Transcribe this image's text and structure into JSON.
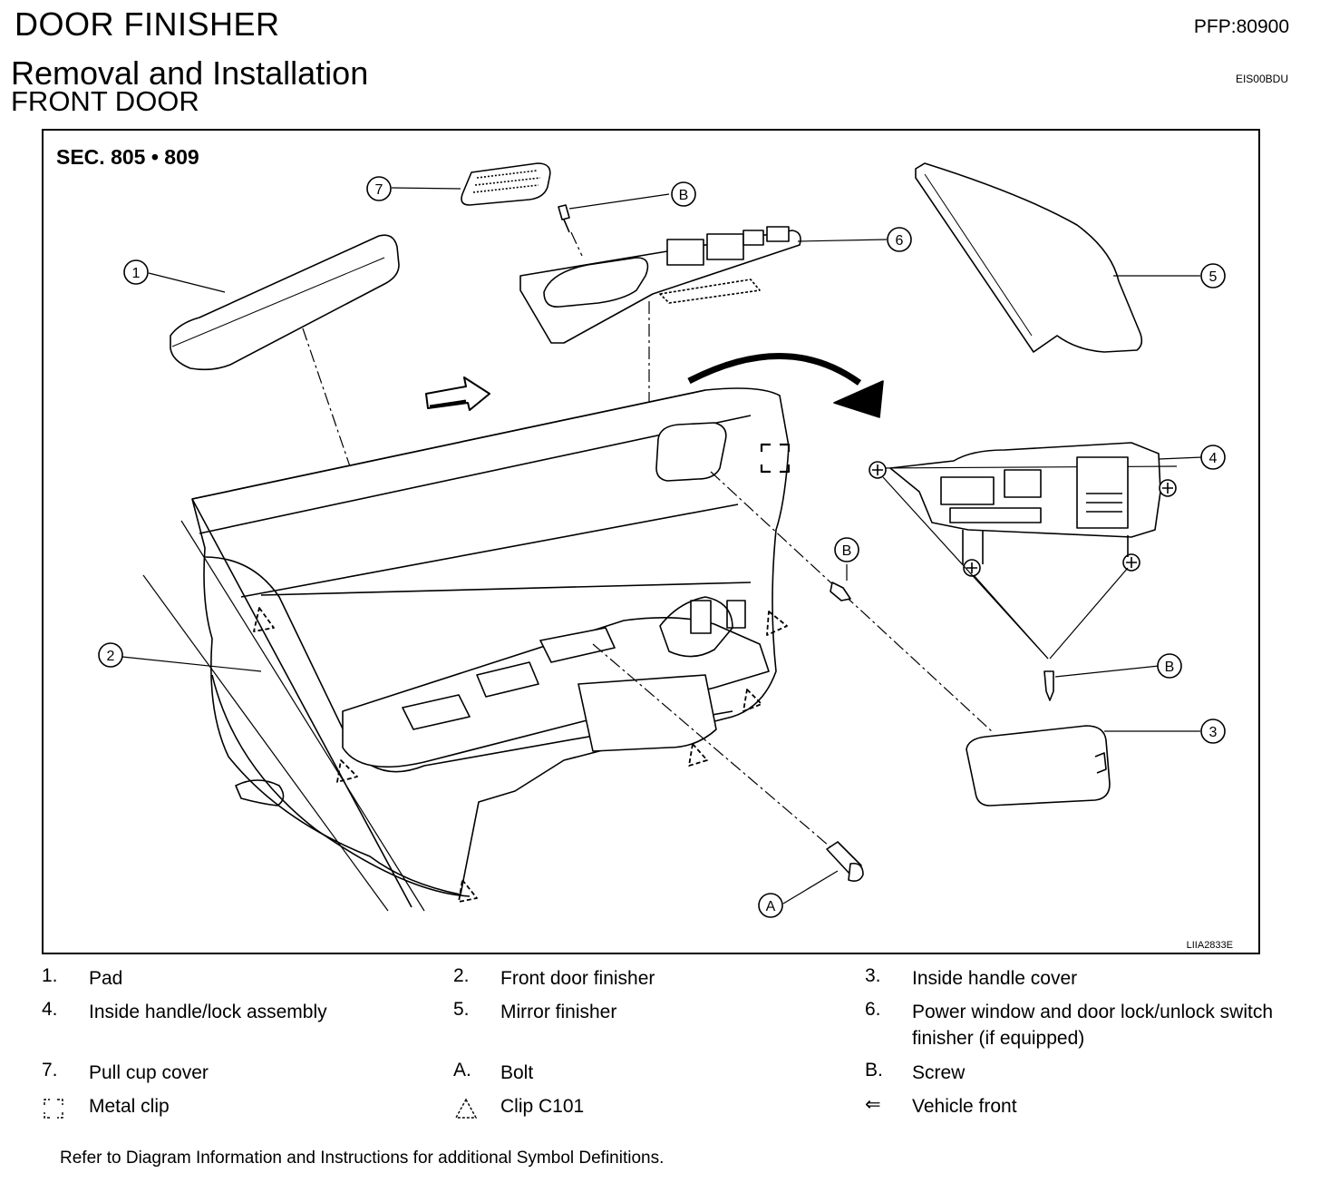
{
  "header": {
    "title": "DOOR FINISHER",
    "pfp": "PFP:80900",
    "subtitle": "Removal and Installation",
    "section": "FRONT DOOR",
    "code": "EIS00BDU"
  },
  "figure": {
    "sec_label": "SEC. 805 • 809",
    "figure_id": "LIIA2833E",
    "callouts": {
      "n1": "1",
      "n2": "2",
      "n3": "3",
      "n4": "4",
      "n5": "5",
      "n6": "6",
      "n7": "7",
      "a": "A",
      "b1": "B",
      "b2": "B",
      "b3": "B"
    }
  },
  "legend": [
    {
      "key": "1.",
      "text": "Pad"
    },
    {
      "key": "2.",
      "text": "Front door finisher"
    },
    {
      "key": "3.",
      "text": "Inside handle cover"
    },
    {
      "key": "4.",
      "text": "Inside handle/lock assembly"
    },
    {
      "key": "5.",
      "text": "Mirror finisher"
    },
    {
      "key": "6.",
      "text": "Power window and door lock/unlock switch finisher (if equipped)"
    },
    {
      "key": "7.",
      "text": "Pull cup cover"
    },
    {
      "key": "A.",
      "text": "Bolt"
    },
    {
      "key": "B.",
      "text": "Screw"
    },
    {
      "key": "metal-clip-symbol",
      "text": "Metal clip"
    },
    {
      "key": "clip-symbol",
      "text": "Clip C101"
    },
    {
      "key": "⇐",
      "text": "Vehicle front"
    }
  ],
  "footnote": "Refer to Diagram Information and Instructions for additional Symbol Definitions."
}
